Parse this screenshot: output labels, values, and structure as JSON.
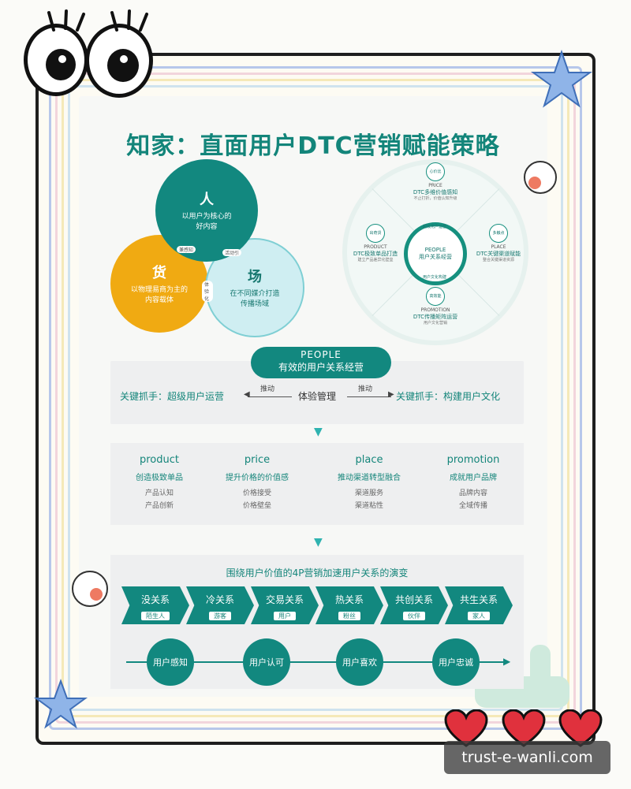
{
  "title": "知家：直面用户DTC营销赋能策略",
  "venn": {
    "ren": {
      "label": "人",
      "desc1": "以用户为核心的",
      "desc2": "好内容"
    },
    "huo": {
      "label": "货",
      "desc1": "以物理易商为主的",
      "desc2": "内容载体"
    },
    "chang": {
      "label": "场",
      "desc1": "在不同媒介打造",
      "desc2": "传播场域"
    },
    "tag_left": "兼感知",
    "tag_right": "活动引",
    "tag_bottom": "体验化"
  },
  "wheel": {
    "core_en": "PEOPLE",
    "core_cn": "用户关系经营",
    "core_top": "超级用户运营",
    "core_bottom": "用户文化构建",
    "price": {
      "icon": "心价比",
      "en": "PRICE",
      "cn": "DTC多维价值感知",
      "desc": "不止打折，价值认知升级"
    },
    "product": {
      "icon": "出奇货",
      "en": "PRODUCT",
      "cn": "DTC极致单品打造",
      "desc": "建立产品差异化壁垒"
    },
    "place": {
      "icon": "多触点",
      "en": "PLACE",
      "cn": "DTC关键渠道赋能",
      "desc": "整合关键渠道资源"
    },
    "promotion": {
      "icon": "高效能",
      "en": "PROMOTION",
      "cn": "DTC传播矩阵运营",
      "desc": "用户文化营销"
    }
  },
  "people": {
    "en": "PEOPLE",
    "cn": "有效的用户关系经营",
    "left": "关键抓手：超级用户运营",
    "center": "体验管理",
    "right": "关键抓手：构建用户文化",
    "push_left": "推动",
    "push_right": "推动"
  },
  "four_p": [
    {
      "en": "product",
      "cn": "创造极致单品",
      "i1": "产品认知",
      "i2": "产品创新"
    },
    {
      "en": "price",
      "cn": "提升价格的价值感",
      "i1": "价格接受",
      "i2": "价格壁垒"
    },
    {
      "en": "place",
      "cn": "推动渠道转型融合",
      "i1": "渠道服务",
      "i2": "渠道粘性"
    },
    {
      "en": "promotion",
      "cn": "成就用户品牌",
      "i1": "品牌内容",
      "i2": "全域传播"
    }
  ],
  "relations": {
    "title": "围绕用户价值的4P营销加速用户关系的演变",
    "chevrons": [
      {
        "t": "没关系",
        "u": "陌生人"
      },
      {
        "t": "冷关系",
        "u": "游客"
      },
      {
        "t": "交易关系",
        "u": "用户"
      },
      {
        "t": "热关系",
        "u": "粉丝"
      },
      {
        "t": "共创关系",
        "u": "伙伴"
      },
      {
        "t": "共生关系",
        "u": "家人"
      }
    ],
    "nodes": [
      "用户感知",
      "用户认可",
      "用户喜欢",
      "用户忠诚"
    ]
  },
  "watermark": "trust-e-wanli.com",
  "colors": {
    "primary": "#12887f",
    "accent": "#f0aa12",
    "light": "#cfeef2",
    "heart": "#e0313d"
  }
}
